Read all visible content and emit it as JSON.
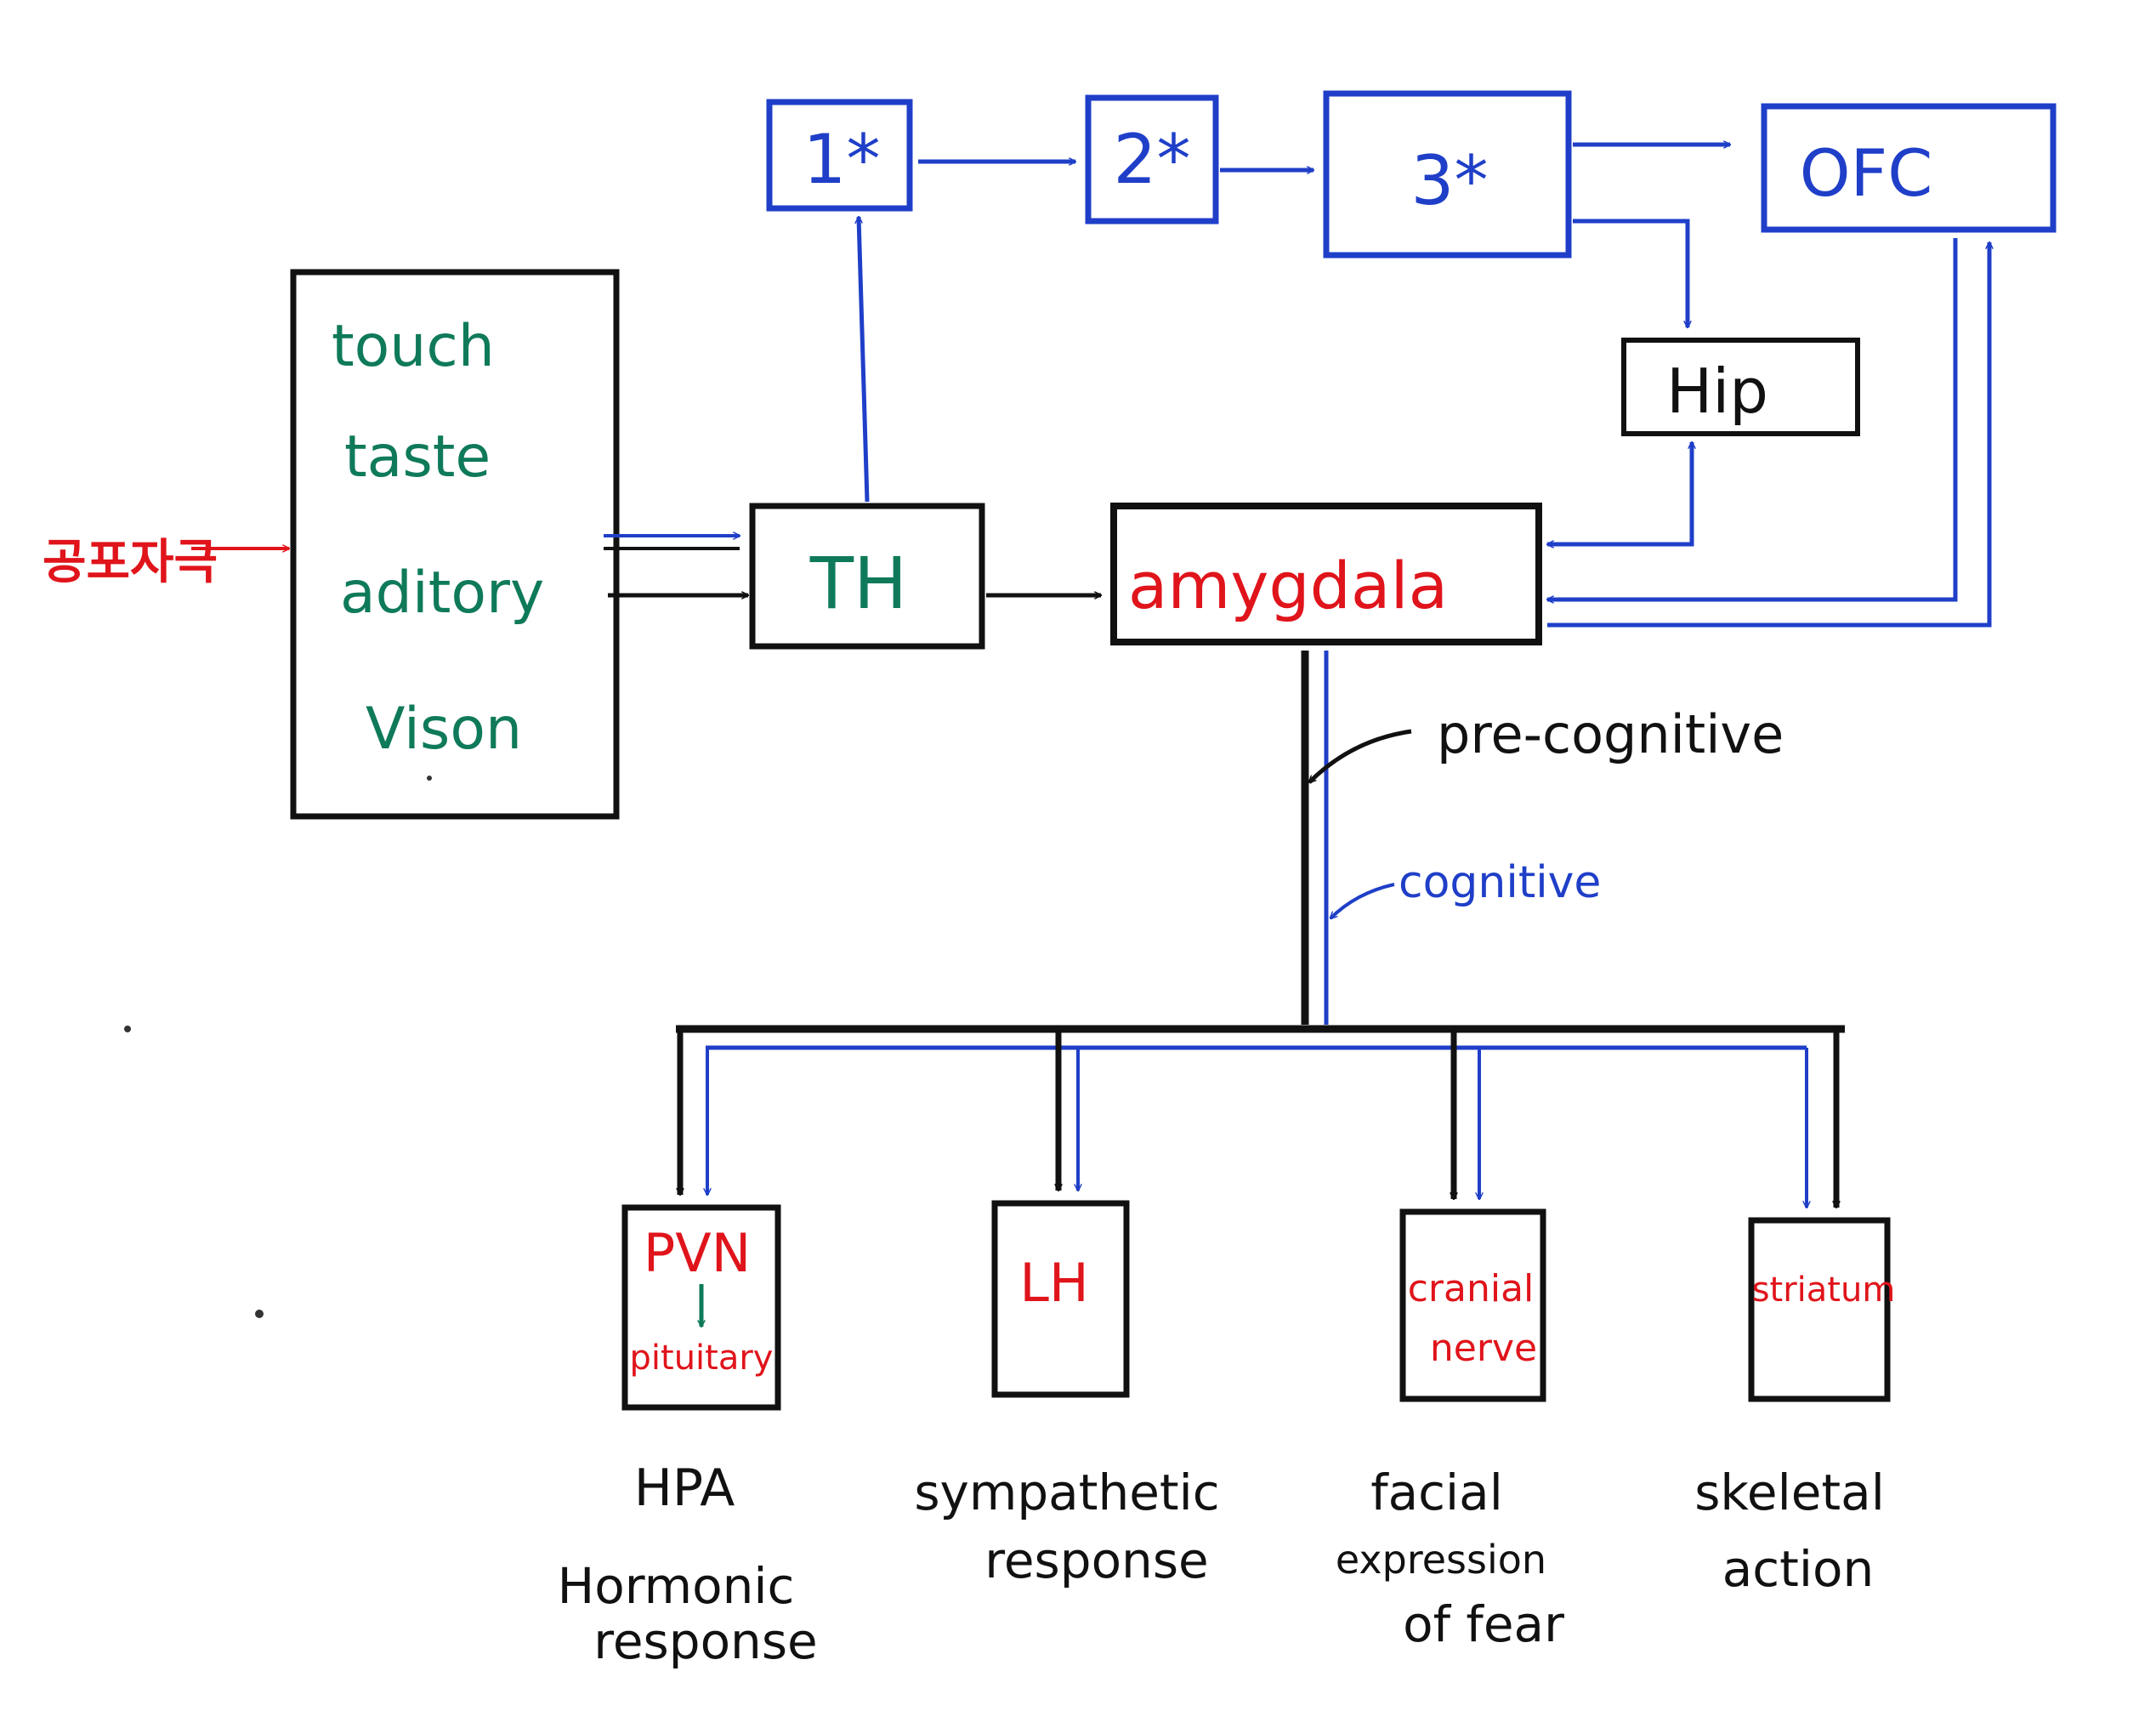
{
  "colors": {
    "black": "#111111",
    "blue": "#1f3fc8",
    "red": "#e0141b",
    "green": "#0f7a5a"
  },
  "stimulus": {
    "label": "공포자극"
  },
  "senses": [
    "touch",
    "taste",
    "aditory",
    "Vison"
  ],
  "nodes": {
    "th": "TH",
    "amygdala": "amygdala",
    "c1": "1*",
    "c2": "2*",
    "c3": "3*",
    "ofc": "OFC",
    "hip": "Hip"
  },
  "pathways": {
    "precognitive": "pre-cognitive",
    "cognitive": "cognitive"
  },
  "outputs": [
    {
      "name": "PVN",
      "sub": "pituitary",
      "caption": [
        "HPA",
        "Hormonic",
        "response"
      ]
    },
    {
      "name": "LH",
      "sub": "",
      "caption": [
        "sympathetic",
        "response"
      ]
    },
    {
      "name": "cranial",
      "sub": "nerve",
      "caption": [
        "facial",
        "expression",
        "of fear"
      ]
    },
    {
      "name": "striatum",
      "sub": "",
      "caption": [
        "skeletal",
        "action"
      ]
    }
  ]
}
